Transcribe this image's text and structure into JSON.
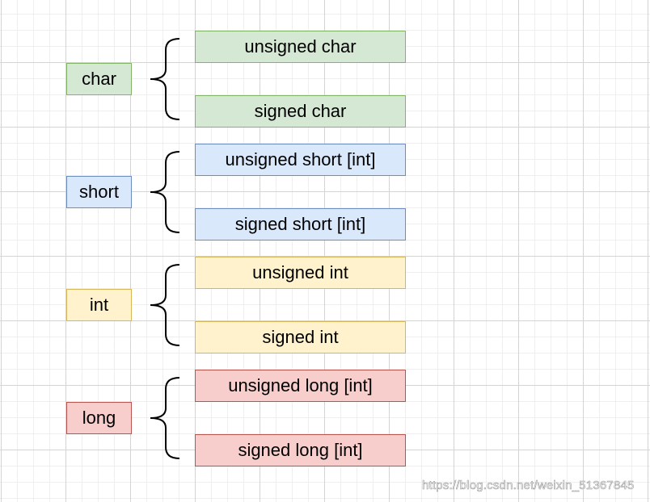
{
  "groups": [
    {
      "type": "char",
      "variants": [
        "unsigned char",
        "signed char"
      ],
      "fill": "#d5e8d4",
      "stroke": "#82b366"
    },
    {
      "type": "short",
      "variants": [
        "unsigned short [int]",
        "signed short [int]"
      ],
      "fill": "#dae8fc",
      "stroke": "#6c8ebf"
    },
    {
      "type": "int",
      "variants": [
        "unsigned int",
        "signed int"
      ],
      "fill": "#fff2cc",
      "stroke": "#d6b656"
    },
    {
      "type": "long",
      "variants": [
        "unsigned long [int]",
        "signed long [int]"
      ],
      "fill": "#f8cecc",
      "stroke": "#b85450"
    }
  ],
  "watermark": "https://blog.csdn.net/weixin_51367845"
}
